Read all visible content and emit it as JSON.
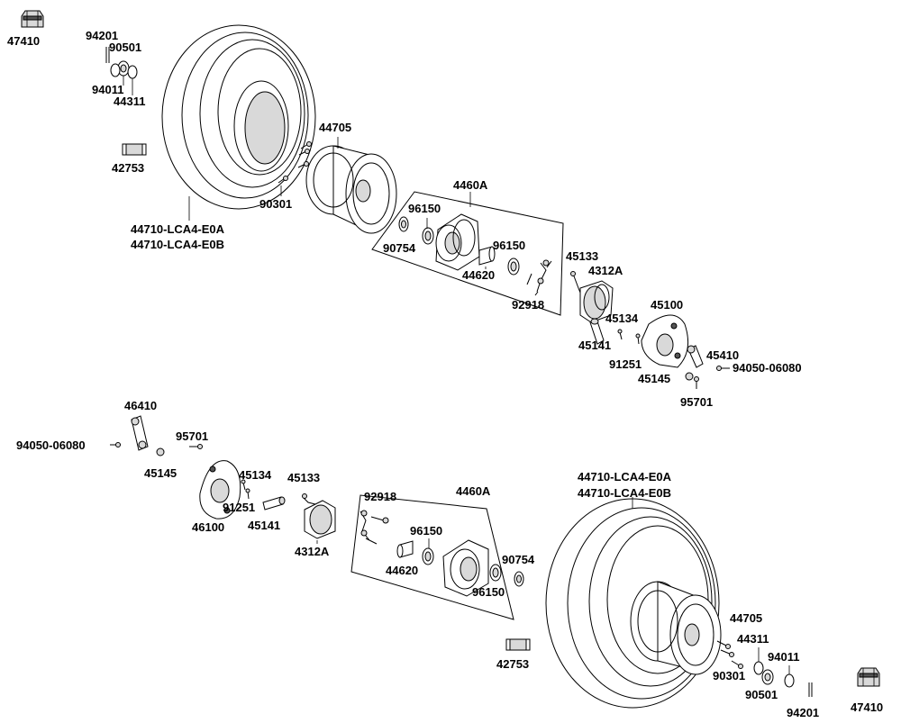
{
  "labels": {
    "p47410_a": "47410",
    "p94201_a": "94201",
    "p90501_a": "90501",
    "p94011_a": "94011",
    "p44311_a": "44311",
    "p42753_a": "42753",
    "p44705_a": "44705",
    "p90301_a": "90301",
    "p44710_a1": "44710-LCA4-E0A",
    "p44710_a2": "44710-LCA4-E0B",
    "p4460A_a": "4460A",
    "p96150_a1": "96150",
    "p90754_a": "90754",
    "p96150_a2": "96150",
    "p44620_a": "44620",
    "p92918_a": "92918",
    "p45133_a": "45133",
    "p4312A_a": "4312A",
    "p45134_a": "45134",
    "p45141_a": "45141",
    "p45100": "45100",
    "p91251_a": "91251",
    "p45410": "45410",
    "p94050_a": "94050-06080",
    "p45145_a": "45145",
    "p95701_a": "95701",
    "p46410": "46410",
    "p94050_b": "94050-06080",
    "p95701_b": "95701",
    "p45145_b": "45145",
    "p45134_b": "45134",
    "p45133_b": "45133",
    "p91251_b": "91251",
    "p46100": "46100",
    "p45141_b": "45141",
    "p4312A_b": "4312A",
    "p92918_b": "92918",
    "p4460A_b": "4460A",
    "p96150_b1": "96150",
    "p44620_b": "44620",
    "p90754_b": "90754",
    "p96150_b2": "96150",
    "p44710_b1": "44710-LCA4-E0A",
    "p44710_b2": "44710-LCA4-E0B",
    "p44705_b": "44705",
    "p44311_b": "44311",
    "p94011_b": "94011",
    "p90301_b": "90301",
    "p90501_b": "90501",
    "p94201_b": "94201",
    "p42753_b": "42753",
    "p47410_b": "47410"
  },
  "colors": {
    "line": "#000000",
    "part_fill": "#ffffff",
    "shade": "#d9d9d9"
  }
}
